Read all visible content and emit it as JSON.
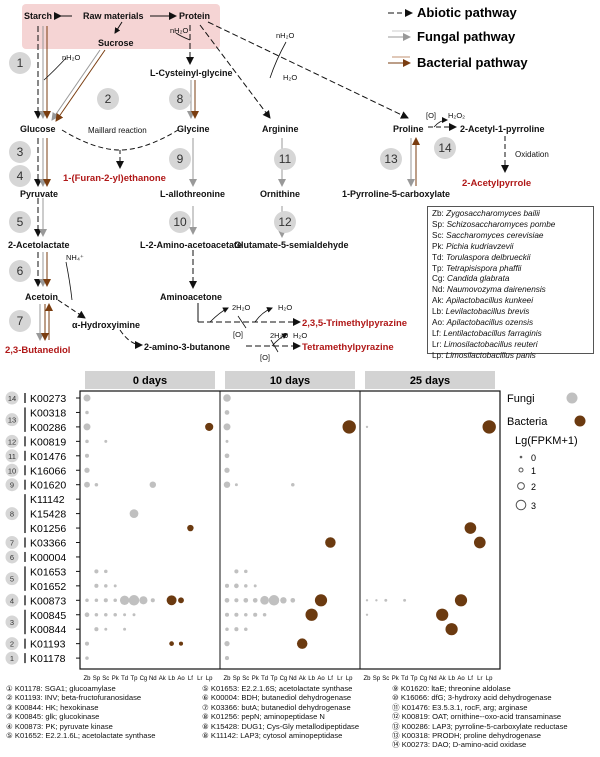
{
  "colors": {
    "abiotic": "#111111",
    "fungal": "#b5b5b5",
    "bacterial": "#7a3d10",
    "fungi_dot": "#c0c0c0",
    "bacteria_dot": "#6b3a10",
    "product_red": "#b01818",
    "highlight_box": "#f5d4d4",
    "panel_header": "#d3d3d3"
  },
  "legend": {
    "abiotic": "Abiotic pathway",
    "fungal": "Fungal pathway",
    "bacterial": "Bacterial pathway"
  },
  "compounds": {
    "starch": "Starch",
    "raw": "Raw materials",
    "protein": "Protein",
    "sucrose": "Sucrose",
    "cys": "L-Cysteinyl-glycine",
    "glucose": "Glucose",
    "glycine": "Glycine",
    "arginine": "Arginine",
    "proline": "Proline",
    "acetylpyrroline": "2-Acetyl-1-pyrroline",
    "maillard": "Maillard reaction",
    "furanyl": "1-(Furan-2-yl)ethanone",
    "pyruvate": "Pyruvate",
    "allothreonine": "L-allothreonine",
    "ornithine": "Ornithine",
    "p5c": "1-Pyrroline-5-carboxylate",
    "oxidation": "Oxidation",
    "acetylpyrrole": "2-Acetylpyrrole",
    "acetolactate": "2-Acetolactate",
    "aminoacetoacetate": "L-2-Amino-acetoacetate",
    "glutamate": "Glutamate-5-semialdehyde",
    "acetoin": "Acetoin",
    "aminoacetone": "Aminoacetone",
    "hydroxyimine": "α-Hydroxyimine",
    "tmp3": "2,3,5-Trimethylpyrazine",
    "butanediol": "2,3-Butanediol",
    "aminobutanone": "2-amino-3-butanone",
    "tmp4": "Tetramethylpyrazine",
    "h2o": "H₂O",
    "nh2o": "nH₂O",
    "two_h2o": "2H₂O",
    "o": "[O]",
    "h2o2": "H₂O₂",
    "nh4": "NH₄⁺"
  },
  "steps": [
    "1",
    "2",
    "3",
    "4",
    "5",
    "6",
    "7",
    "8",
    "9",
    "10",
    "11",
    "12",
    "13",
    "14"
  ],
  "species": [
    {
      "ab": "Zb",
      "name": "Zygosaccharomyces bailii"
    },
    {
      "ab": "Sp",
      "name": "Schizosaccharomyces pombe"
    },
    {
      "ab": "Sc",
      "name": "Saccharomyces cerevisiae"
    },
    {
      "ab": "Pk",
      "name": "Pichia kudriavzevii"
    },
    {
      "ab": "Td",
      "name": "Torulaspora delbrueckii"
    },
    {
      "ab": "Tp",
      "name": "Tetrapisispora phaffii"
    },
    {
      "ab": "Cg",
      "name": "Candida glabrata"
    },
    {
      "ab": "Nd",
      "name": "Naumovozyma dairenensis"
    },
    {
      "ab": "Ak",
      "name": "Apilactobacillus kunkeei"
    },
    {
      "ab": "Lb",
      "name": "Levilactobacillus brevis"
    },
    {
      "ab": "Ao",
      "name": "Apilactobacillus ozensis"
    },
    {
      "ab": "Lf",
      "name": "Lentilactobacillus farraginis"
    },
    {
      "ab": "Lr",
      "name": "Limosilactobacillus reuteri"
    },
    {
      "ab": "Lp",
      "name": "Limosilactobacillus panis"
    }
  ],
  "panels": [
    "0 days",
    "10 days",
    "25 days"
  ],
  "x_labels": [
    "Zb",
    "Sp",
    "Sc",
    "Pk",
    "Td",
    "Tp",
    "Cg",
    "Nd",
    "Ak",
    "Lb",
    "Ao",
    "Lf",
    "Lr",
    "Lp"
  ],
  "dot_legend": {
    "fungi": "Fungi",
    "bacteria": "Bacteria",
    "size_title": "Lg(FPKM+1)",
    "sizes": [
      "0",
      "1",
      "2",
      "3"
    ]
  },
  "kos": [
    {
      "id": "K00273",
      "step": "14"
    },
    {
      "id": "K00318",
      "step": "13"
    },
    {
      "id": "K00286",
      "step": "13"
    },
    {
      "id": "K00819",
      "step": "12"
    },
    {
      "id": "K01476",
      "step": "11"
    },
    {
      "id": "K16066",
      "step": "10"
    },
    {
      "id": "K01620",
      "step": "9"
    },
    {
      "id": "K11142",
      "step": "8"
    },
    {
      "id": "K15428",
      "step": "8"
    },
    {
      "id": "K01256",
      "step": "8"
    },
    {
      "id": "K03366",
      "step": "7"
    },
    {
      "id": "K00004",
      "step": "6"
    },
    {
      "id": "K01653",
      "step": "5"
    },
    {
      "id": "K01652",
      "step": "5"
    },
    {
      "id": "K00873",
      "step": "4"
    },
    {
      "id": "K00845",
      "step": "3"
    },
    {
      "id": "K00844",
      "step": "3"
    },
    {
      "id": "K01193",
      "step": "2"
    },
    {
      "id": "K01178",
      "step": "1"
    }
  ],
  "step_groups": [
    {
      "label": "14",
      "rows": [
        0
      ]
    },
    {
      "label": "13",
      "rows": [
        1,
        2
      ]
    },
    {
      "label": "12",
      "rows": [
        3
      ]
    },
    {
      "label": "11",
      "rows": [
        4
      ]
    },
    {
      "label": "10",
      "rows": [
        5
      ]
    },
    {
      "label": "9",
      "rows": [
        6
      ]
    },
    {
      "label": "8",
      "rows": [
        7,
        8,
        9
      ]
    },
    {
      "label": "7",
      "rows": [
        10
      ]
    },
    {
      "label": "6",
      "rows": [
        11
      ]
    },
    {
      "label": "5",
      "rows": [
        12,
        13
      ]
    },
    {
      "label": "4",
      "rows": [
        14
      ]
    },
    {
      "label": "3",
      "rows": [
        15,
        16
      ]
    },
    {
      "label": "2",
      "rows": [
        17
      ]
    },
    {
      "label": "1",
      "rows": [
        18
      ]
    }
  ],
  "dots": [
    [
      0,
      0,
      0,
      0,
      1
    ],
    [
      0,
      0,
      1,
      0,
      0.4
    ],
    [
      0,
      0,
      2,
      0,
      1
    ],
    [
      0,
      0,
      3,
      0,
      0.4
    ],
    [
      0,
      0,
      4,
      0,
      0.5
    ],
    [
      0,
      0,
      5,
      0,
      0.7
    ],
    [
      0,
      0,
      6,
      0,
      0.8
    ],
    [
      0,
      0,
      14,
      0,
      0.4
    ],
    [
      0,
      0,
      15,
      0,
      0.6
    ],
    [
      0,
      0,
      17,
      0,
      0.5
    ],
    [
      0,
      0,
      18,
      0,
      0.4
    ],
    [
      0,
      1,
      6,
      0,
      0.4
    ],
    [
      0,
      1,
      12,
      0,
      0.5
    ],
    [
      0,
      1,
      13,
      0,
      0.5
    ],
    [
      0,
      1,
      14,
      0,
      0.4
    ],
    [
      0,
      1,
      15,
      0,
      0.4
    ],
    [
      0,
      1,
      16,
      0,
      0.5
    ],
    [
      0,
      2,
      3,
      0,
      0.3
    ],
    [
      0,
      2,
      12,
      0,
      0.4
    ],
    [
      0,
      2,
      13,
      0,
      0.4
    ],
    [
      0,
      2,
      14,
      0,
      0.5
    ],
    [
      0,
      2,
      15,
      0,
      0.4
    ],
    [
      0,
      2,
      16,
      0,
      0.3
    ],
    [
      0,
      3,
      13,
      0,
      0.3
    ],
    [
      0,
      3,
      14,
      0,
      0.4
    ],
    [
      0,
      3,
      15,
      0,
      0.4
    ],
    [
      0,
      4,
      14,
      0,
      1.4
    ],
    [
      0,
      4,
      15,
      0,
      0.3
    ],
    [
      0,
      4,
      16,
      0,
      0.3
    ],
    [
      0,
      5,
      8,
      0,
      1.3
    ],
    [
      0,
      5,
      14,
      0,
      1.6
    ],
    [
      0,
      5,
      15,
      0,
      0.3
    ],
    [
      0,
      6,
      14,
      0,
      1.2
    ],
    [
      0,
      7,
      6,
      0,
      0.9
    ],
    [
      0,
      7,
      14,
      0,
      0.5
    ],
    [
      0,
      9,
      14,
      1,
      1.5
    ],
    [
      0,
      9,
      17,
      1,
      0.6
    ],
    [
      0,
      10,
      14,
      1,
      0.8
    ],
    [
      0,
      10,
      17,
      1,
      0.5
    ],
    [
      0,
      11,
      9,
      1,
      0.9
    ],
    [
      0,
      13,
      2,
      1,
      1.2
    ],
    [
      1,
      0,
      0,
      0,
      1.1
    ],
    [
      1,
      0,
      1,
      0,
      0.6
    ],
    [
      1,
      0,
      2,
      0,
      1
    ],
    [
      1,
      0,
      3,
      0,
      0.3
    ],
    [
      1,
      0,
      4,
      0,
      0.6
    ],
    [
      1,
      0,
      5,
      0,
      0.7
    ],
    [
      1,
      0,
      6,
      0,
      0.9
    ],
    [
      1,
      0,
      13,
      0,
      0.5
    ],
    [
      1,
      0,
      14,
      0,
      0.6
    ],
    [
      1,
      0,
      15,
      0,
      0.5
    ],
    [
      1,
      0,
      16,
      0,
      0.4
    ],
    [
      1,
      0,
      17,
      0,
      0.7
    ],
    [
      1,
      0,
      18,
      0,
      0.5
    ],
    [
      1,
      1,
      6,
      0,
      0.3
    ],
    [
      1,
      1,
      12,
      0,
      0.5
    ],
    [
      1,
      1,
      13,
      0,
      0.6
    ],
    [
      1,
      1,
      14,
      0,
      0.5
    ],
    [
      1,
      1,
      15,
      0,
      0.5
    ],
    [
      1,
      1,
      16,
      0,
      0.5
    ],
    [
      1,
      2,
      12,
      0,
      0.4
    ],
    [
      1,
      2,
      13,
      0,
      0.4
    ],
    [
      1,
      2,
      14,
      0,
      0.6
    ],
    [
      1,
      2,
      15,
      0,
      0.4
    ],
    [
      1,
      2,
      16,
      0,
      0.4
    ],
    [
      1,
      3,
      13,
      0,
      0.3
    ],
    [
      1,
      3,
      14,
      0,
      0.6
    ],
    [
      1,
      3,
      15,
      0,
      0.5
    ],
    [
      1,
      4,
      14,
      0,
      1.3
    ],
    [
      1,
      4,
      15,
      0,
      0.4
    ],
    [
      1,
      5,
      14,
      0,
      1.6
    ],
    [
      1,
      6,
      14,
      0,
      0.9
    ],
    [
      1,
      7,
      6,
      0,
      0.4
    ],
    [
      1,
      7,
      14,
      0,
      0.6
    ],
    [
      1,
      8,
      17,
      1,
      1.6
    ],
    [
      1,
      9,
      15,
      1,
      1.9
    ],
    [
      1,
      10,
      14,
      1,
      1.9
    ],
    [
      1,
      11,
      10,
      1,
      1.6
    ],
    [
      1,
      13,
      2,
      1,
      2.1
    ],
    [
      2,
      0,
      2,
      0,
      0.2
    ],
    [
      2,
      0,
      14,
      0,
      0.2
    ],
    [
      2,
      0,
      15,
      0,
      0.2
    ],
    [
      2,
      1,
      14,
      0,
      0.2
    ],
    [
      2,
      2,
      14,
      0,
      0.3
    ],
    [
      2,
      4,
      14,
      0,
      0.3
    ],
    [
      2,
      8,
      15,
      1,
      1.9
    ],
    [
      2,
      9,
      16,
      1,
      1.9
    ],
    [
      2,
      10,
      14,
      1,
      1.9
    ],
    [
      2,
      11,
      9,
      1,
      1.8
    ],
    [
      2,
      12,
      10,
      1,
      1.8
    ],
    [
      2,
      13,
      2,
      1,
      2.1
    ]
  ],
  "ko_legend": [
    [
      {
        "n": "①",
        "t": "K01178: SGA1; glucoamylase"
      },
      {
        "n": "②",
        "t": "K01193: INV; beta-fructofuranosidase"
      },
      {
        "n": "③",
        "t": "K00844: HK; hexokinase"
      },
      {
        "n": "③",
        "t": "K00845: glk; glucokinase"
      },
      {
        "n": "④",
        "t": "K00873: PK; pyruvate kinase"
      },
      {
        "n": "⑤",
        "t": "K01652: E2.2.1.6L; acetolactate synthase"
      }
    ],
    [
      {
        "n": "⑤",
        "t": "K01653: E2.2.1.6S; acetolactate synthase"
      },
      {
        "n": "⑥",
        "t": "K00004: BDH; butanediol dehydrogenase"
      },
      {
        "n": "⑦",
        "t": "K03366: butA; butanediol dehydrogenase"
      },
      {
        "n": "⑧",
        "t": "K01256: pepN; aminopeptidase N"
      },
      {
        "n": "⑧",
        "t": "K15428: DUG1; Cys-Gly metallodipeptidase"
      },
      {
        "n": "⑧",
        "t": "K11142: LAP3; cytosol aminopeptidase"
      }
    ],
    [
      {
        "n": "⑨",
        "t": "K01620: ltaE; threonine aldolase"
      },
      {
        "n": "⑩",
        "t": "K16066: dfG; 3-hydroxy acid dehydrogenase"
      },
      {
        "n": "⑪",
        "t": "K01476: E3.5.3.1, rocF, arg; arginase"
      },
      {
        "n": "⑫",
        "t": "K00819: OAT; ornithine--oxo-acid transaminase"
      },
      {
        "n": "⑬",
        "t": "K00286: LAP3; pyrroline-5-carboxylate reductase"
      },
      {
        "n": "⑬",
        "t": "K00318: PRODH; proline dehydrogenase"
      },
      {
        "n": "⑭",
        "t": "K00273: DAO; D-amino-acid oxidase"
      }
    ]
  ]
}
